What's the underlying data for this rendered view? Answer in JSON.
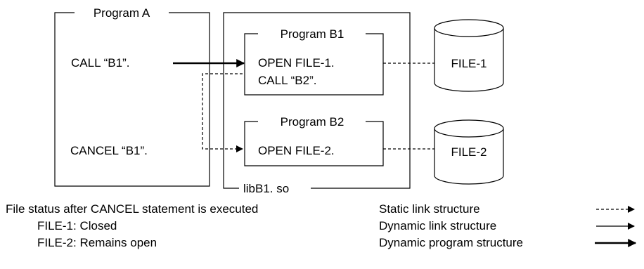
{
  "program_a": {
    "title": "Program A",
    "call_stmt": "CALL “B1”.",
    "cancel_stmt": "CANCEL “B1”."
  },
  "library": {
    "label": "libB1. so"
  },
  "program_b1": {
    "title": "Program B1",
    "line1": "OPEN FILE-1.",
    "line2": "CALL  “B2”."
  },
  "program_b2": {
    "title": "Program B2",
    "line1": "OPEN FILE-2."
  },
  "files": [
    {
      "label": "FILE-1"
    },
    {
      "label": "FILE-2"
    }
  ],
  "status": {
    "heading": "File status after CANCEL statement is executed",
    "file1": "FILE-1: Closed",
    "file2": "FILE-2: Remains open"
  },
  "legend": [
    {
      "label": "Static link structure",
      "line_style": "dashed-thin"
    },
    {
      "label": "Dynamic link structure",
      "line_style": "solid-thin"
    },
    {
      "label": "Dynamic program structure",
      "line_style": "solid-thick"
    }
  ]
}
